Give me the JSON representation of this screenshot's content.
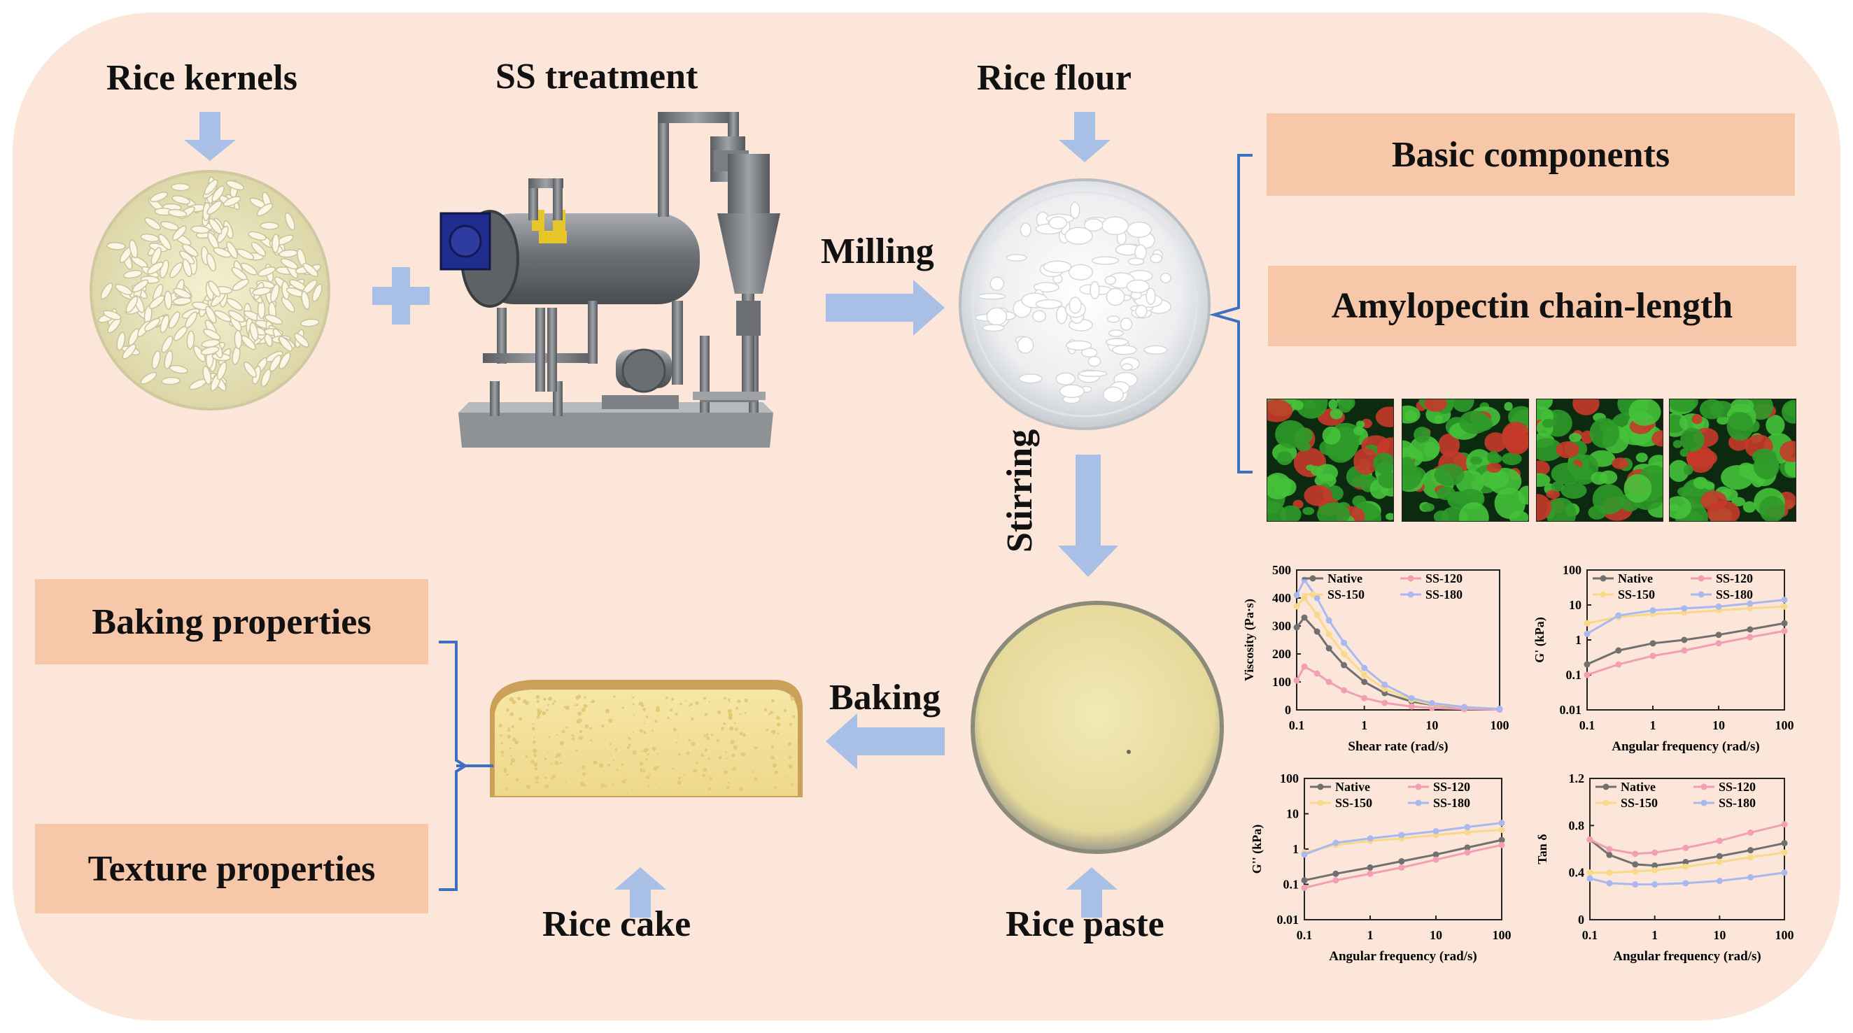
{
  "stages": {
    "rice_kernels": "Rice kernels",
    "ss_treatment": "SS treatment",
    "rice_flour": "Rice flour",
    "rice_paste": "Rice paste",
    "rice_cake": "Rice cake"
  },
  "processes": {
    "milling": "Milling",
    "stirring": "Stirring",
    "baking": "Baking"
  },
  "flour_analyses": {
    "basic_components": "Basic components",
    "amylopectin": "Amylopectin chain-length"
  },
  "cake_analyses": {
    "baking": "Baking properties",
    "texture": "Texture properties"
  },
  "colors": {
    "panel": "#fbe6d9",
    "box": "#f6c7a8",
    "arrow": "#a8bfe6",
    "bracket": "#3d6fc2",
    "native": "#707070",
    "ss120": "#f29fb3",
    "ss150": "#f8d98a",
    "ss180": "#aab8f0"
  },
  "legend": [
    "Native",
    "SS-120",
    "SS-150",
    "SS-180"
  ],
  "chart_data": [
    {
      "type": "line",
      "xlabel": "Shear rate (rad/s)",
      "ylabel": "Viscosity (Pa·s)",
      "xscale": "log",
      "xlim": [
        0.1,
        100
      ],
      "ylim": [
        0,
        500
      ],
      "xticks": [
        "0.1",
        "1",
        "10",
        "100"
      ],
      "yticks": [
        "0",
        "100",
        "200",
        "300",
        "400",
        "500"
      ],
      "x": [
        0.1,
        0.13,
        0.2,
        0.3,
        0.5,
        1,
        2,
        5,
        10,
        30,
        100
      ],
      "series": [
        {
          "name": "Native",
          "values": [
            295,
            330,
            280,
            220,
            160,
            100,
            60,
            30,
            18,
            8,
            3
          ]
        },
        {
          "name": "SS-120",
          "values": [
            105,
            155,
            130,
            100,
            70,
            42,
            25,
            12,
            7,
            3,
            1
          ]
        },
        {
          "name": "SS-150",
          "values": [
            370,
            400,
            340,
            270,
            200,
            125,
            75,
            36,
            20,
            9,
            3
          ]
        },
        {
          "name": "SS-180",
          "values": [
            410,
            465,
            400,
            320,
            240,
            150,
            90,
            42,
            24,
            10,
            3
          ]
        }
      ]
    },
    {
      "type": "line",
      "xlabel": "Angular frequency (rad/s)",
      "ylabel": "G' (kPa)",
      "xscale": "log",
      "yscale": "log",
      "xlim": [
        0.1,
        100
      ],
      "ylim": [
        0.01,
        100
      ],
      "xticks": [
        "0.1",
        "1",
        "10",
        "100"
      ],
      "yticks": [
        "0.01",
        "0.1",
        "1",
        "10",
        "100"
      ],
      "x": [
        0.1,
        0.3,
        1,
        3,
        10,
        30,
        100
      ],
      "series": [
        {
          "name": "Native",
          "values": [
            0.2,
            0.5,
            0.8,
            1.0,
            1.4,
            2.0,
            3.0
          ]
        },
        {
          "name": "SS-120",
          "values": [
            0.1,
            0.2,
            0.35,
            0.5,
            0.8,
            1.2,
            1.8
          ]
        },
        {
          "name": "SS-150",
          "values": [
            3,
            4.5,
            5.5,
            6,
            7,
            8,
            9
          ]
        },
        {
          "name": "SS-180",
          "values": [
            1.5,
            5,
            7,
            8,
            9,
            11,
            14
          ]
        }
      ]
    },
    {
      "type": "line",
      "xlabel": "Angular frequency (rad/s)",
      "ylabel": "G'' (kPa)",
      "xscale": "log",
      "yscale": "log",
      "xlim": [
        0.1,
        100
      ],
      "ylim": [
        0.01,
        100
      ],
      "xticks": [
        "0.1",
        "1",
        "10",
        "100"
      ],
      "yticks": [
        "0.01",
        "0.1",
        "1",
        "10",
        "100"
      ],
      "x": [
        0.1,
        0.3,
        1,
        3,
        10,
        30,
        100
      ],
      "series": [
        {
          "name": "Native",
          "values": [
            0.13,
            0.2,
            0.3,
            0.45,
            0.7,
            1.1,
            1.8
          ]
        },
        {
          "name": "SS-120",
          "values": [
            0.08,
            0.13,
            0.2,
            0.3,
            0.5,
            0.8,
            1.3
          ]
        },
        {
          "name": "SS-150",
          "values": [
            0.8,
            1.3,
            1.7,
            2.0,
            2.5,
            3.0,
            3.5
          ]
        },
        {
          "name": "SS-180",
          "values": [
            0.7,
            1.5,
            2.0,
            2.5,
            3.2,
            4.2,
            5.5
          ]
        }
      ]
    },
    {
      "type": "line",
      "xlabel": "Angular frequency (rad/s)",
      "ylabel": "Tan δ",
      "xscale": "log",
      "xlim": [
        0.1,
        100
      ],
      "ylim": [
        0,
        1.2
      ],
      "xticks": [
        "0.1",
        "1",
        "10",
        "100"
      ],
      "yticks": [
        "0",
        "0.4",
        "0.8",
        "1.2"
      ],
      "x": [
        0.1,
        0.2,
        0.5,
        1,
        3,
        10,
        30,
        100
      ],
      "series": [
        {
          "name": "Native",
          "values": [
            0.68,
            0.55,
            0.47,
            0.46,
            0.49,
            0.54,
            0.59,
            0.65
          ]
        },
        {
          "name": "SS-120",
          "values": [
            0.68,
            0.6,
            0.56,
            0.57,
            0.61,
            0.67,
            0.74,
            0.81
          ]
        },
        {
          "name": "SS-150",
          "values": [
            0.4,
            0.4,
            0.41,
            0.42,
            0.45,
            0.49,
            0.53,
            0.57
          ]
        },
        {
          "name": "SS-180",
          "values": [
            0.35,
            0.31,
            0.3,
            0.3,
            0.31,
            0.33,
            0.36,
            0.4
          ]
        }
      ]
    }
  ]
}
